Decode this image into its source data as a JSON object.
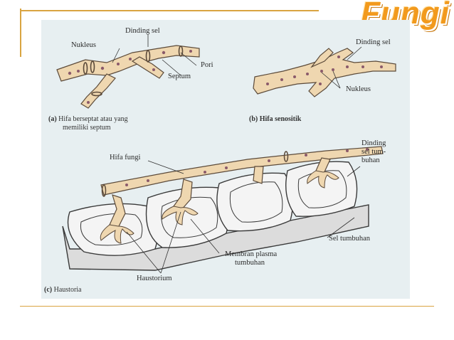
{
  "slide": {
    "title": "Fungi"
  },
  "figure": {
    "labels": {
      "dinding_sel_a": "Dinding sel",
      "nukleus_a": "Nukleus",
      "pori": "Pori",
      "septum": "Septum",
      "dinding_sel_b": "Dinding sel",
      "nukleus_b": "Nukleus",
      "hifa_fungi": "Hifa fungi",
      "dinding_sel_tumbuhan_1": "Dinding",
      "dinding_sel_tumbuhan_2": "sel tum-",
      "dinding_sel_tumbuhan_3": "buhan",
      "sel_tumbuhan": "Sel tumbuhan",
      "membran_plasma_1": "Membran plasma",
      "membran_plasma_2": "tumbuhan",
      "haustorium": "Haustorium"
    },
    "captions": {
      "a_marker": "(a)",
      "a_line1": "Hifa berseptat atau yang",
      "a_line2": "memiliki septum",
      "b_marker": "(b)",
      "b_text": "Hifa senositik",
      "c_marker": "(c)",
      "c_text": "Haustoria"
    }
  },
  "colors": {
    "accent_line": "#d9a441",
    "title": "#f29a1d",
    "hypha_fill": "#efd7b0",
    "nucleus": "#8a5a6a",
    "figure_bg": "#e7eff1"
  }
}
